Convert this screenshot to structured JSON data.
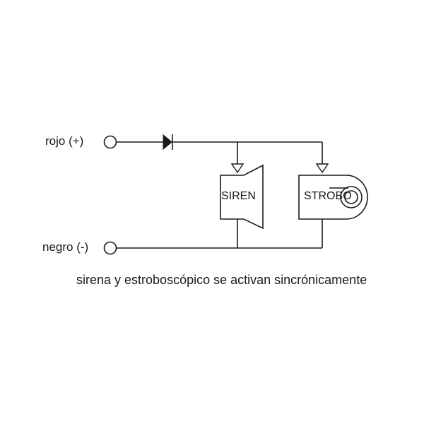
{
  "terminals": {
    "positive_label": "rojo (+)",
    "negative_label": "negro (-)"
  },
  "components": {
    "siren_label": "SIREN",
    "strobe_label": "STROBO"
  },
  "caption": "sirena y estroboscópico se activan sincrónicamente",
  "colors": {
    "line": "#1a1a1a",
    "background": "#ffffff"
  }
}
